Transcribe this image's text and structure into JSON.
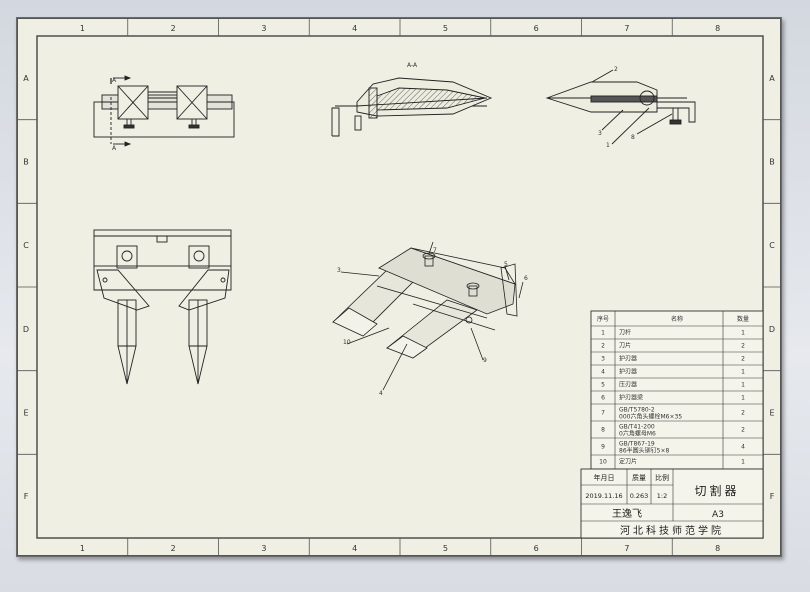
{
  "zones": {
    "columns": [
      "1",
      "2",
      "3",
      "4",
      "5",
      "6",
      "7",
      "8"
    ],
    "rows": [
      "A",
      "B",
      "C",
      "D",
      "E",
      "F"
    ]
  },
  "section_label": "A-A",
  "callouts": {
    "top_right_view": [
      "2",
      "3",
      "1",
      "8"
    ],
    "iso_view": [
      "7",
      "3",
      "5",
      "6",
      "10",
      "9",
      "4"
    ],
    "left_view_section": [
      "A",
      "A"
    ]
  },
  "bom": {
    "headers": [
      "序号",
      "名称",
      "数量"
    ],
    "rows": [
      {
        "no": "1",
        "name": "刀杆",
        "qty": "1"
      },
      {
        "no": "2",
        "name": "刀片",
        "qty": "2"
      },
      {
        "no": "3",
        "name": "护刃器",
        "qty": "2"
      },
      {
        "no": "4",
        "name": "护刃器",
        "qty": "1"
      },
      {
        "no": "5",
        "name": "压刃器",
        "qty": "1"
      },
      {
        "no": "6",
        "name": "护刃器梁",
        "qty": "1"
      },
      {
        "no": "7",
        "name": "GB/T5780-2000六角头螺栓M6×35",
        "qty": "2"
      },
      {
        "no": "8",
        "name": "GB/T41-2000六角螺母M6",
        "qty": "2"
      },
      {
        "no": "9",
        "name": "GB/T867-1986半圆头铆钉5×8",
        "qty": "4"
      },
      {
        "no": "10",
        "name": "定刀片",
        "qty": "1"
      }
    ]
  },
  "title_block": {
    "date_header": "年月日",
    "weight_header": "质量",
    "scale_header": "比例",
    "date": "2019.11.16",
    "weight": "0.263",
    "scale": "1:2",
    "title": "切割器",
    "designer": "王逸飞",
    "sheet_size": "A3",
    "school": "河北科技师范学院"
  }
}
